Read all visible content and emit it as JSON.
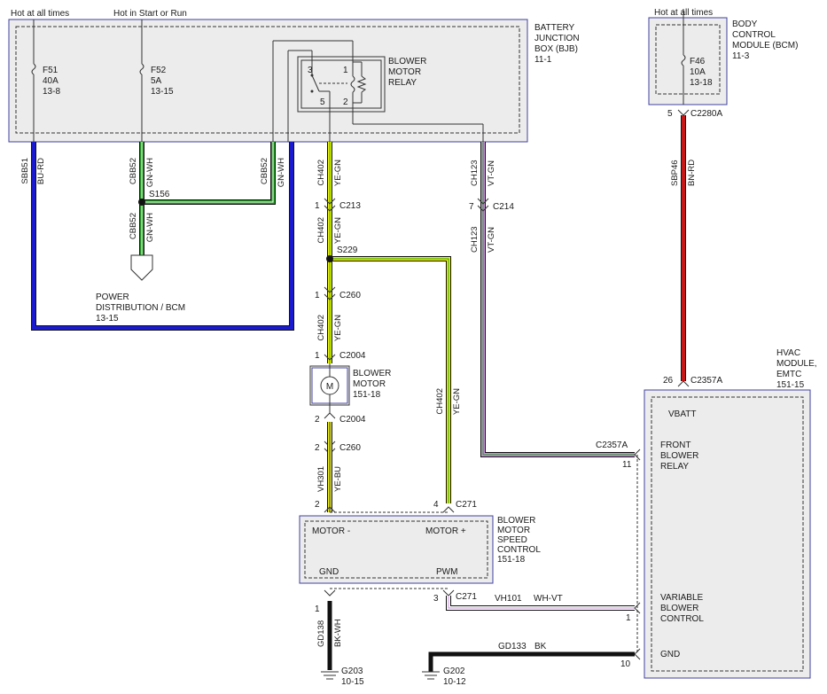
{
  "title_labels": {
    "hot_all_times_left": "Hot at all times",
    "hot_start_run": "Hot in Start or Run",
    "hot_all_times_right": "Hot at all times"
  },
  "bjb": {
    "name_line1": "BATTERY",
    "name_line2": "JUNCTION",
    "name_line3": "BOX (BJB)",
    "ref": "11-1",
    "fuse_f51": {
      "name": "F51",
      "rating": "40A",
      "ref": "13-8"
    },
    "fuse_f52": {
      "name": "F52",
      "rating": "5A",
      "ref": "13-15"
    },
    "relay": {
      "line1": "BLOWER",
      "line2": "MOTOR",
      "line3": "RELAY",
      "pin3": "3",
      "pin1": "1",
      "pin5": "5",
      "pin2": "2"
    }
  },
  "bcm": {
    "name_line1": "BODY",
    "name_line2": "CONTROL",
    "name_line3": "MODULE (BCM)",
    "ref": "11-3",
    "fuse_f46": {
      "name": "F46",
      "rating": "10A",
      "ref": "13-18"
    }
  },
  "wires": {
    "sbb51": {
      "circuit": "SBB51",
      "color": "BU-RD"
    },
    "cbb52_a": {
      "circuit": "CBB52",
      "color": "GN-WH"
    },
    "cbb52_b": {
      "circuit": "CBB52",
      "color": "GN-WH"
    },
    "cbb52_c": {
      "circuit": "CBB52",
      "color": "GN-WH"
    },
    "ch402_a": {
      "circuit": "CH402",
      "color": "YE-GN"
    },
    "ch402_b": {
      "circuit": "CH402",
      "color": "YE-GN"
    },
    "ch402_c": {
      "circuit": "CH402",
      "color": "YE-GN"
    },
    "ch402_d": {
      "circuit": "CH402",
      "color": "YE-GN"
    },
    "ch123_a": {
      "circuit": "CH123",
      "color": "VT-GN"
    },
    "ch123_b": {
      "circuit": "CH123",
      "color": "VT-GN"
    },
    "sbp46": {
      "circuit": "SBP46",
      "color": "BN-RD"
    },
    "vh301": {
      "circuit": "VH301",
      "color": "YE-BU"
    },
    "gd138": {
      "circuit": "GD138",
      "color": "BK-WH"
    },
    "vh101": {
      "circuit": "VH101",
      "color": "WH-VT"
    },
    "gd133": {
      "circuit": "GD133",
      "color": "BK"
    }
  },
  "splices": {
    "s156": "S156",
    "s229": "S229"
  },
  "connectors": {
    "c213": {
      "pin": "1",
      "name": "C213"
    },
    "c214": {
      "pin": "7",
      "name": "C214"
    },
    "c2280a": {
      "pin": "5",
      "name": "C2280A"
    },
    "c260_top": {
      "pin": "1",
      "name": "C260"
    },
    "c2004_top": {
      "pin": "1",
      "name": "C2004"
    },
    "c2004_bot": {
      "pin": "2",
      "name": "C2004"
    },
    "c260_bot": {
      "pin": "2",
      "name": "C260"
    },
    "c2357a_26": {
      "pin": "26",
      "name": "C2357A"
    },
    "c2357a_11": {
      "pin": "11",
      "name": "C2357A"
    },
    "c271_4": {
      "pin": "4",
      "name": "C271"
    },
    "c271_2": {
      "pin": "2"
    },
    "c271_3": {
      "pin": "3",
      "name": "C271"
    },
    "gmd_1": {
      "pin": "1"
    },
    "vbcrel_1": {
      "pin": "1"
    },
    "gnd_10": {
      "pin": "10"
    }
  },
  "power_dist": {
    "line1": "POWER",
    "line2": "DISTRIBUTION / BCM",
    "ref": "13-15"
  },
  "blower_motor": {
    "symbol": "M",
    "line1": "BLOWER",
    "line2": "MOTOR",
    "ref": "151-18"
  },
  "speed_control": {
    "motor_minus": "MOTOR -",
    "motor_plus": "MOTOR +",
    "gnd": "GND",
    "pwm": "PWM",
    "name_line1": "BLOWER",
    "name_line2": "MOTOR",
    "name_line3": "SPEED",
    "name_line4": "CONTROL",
    "ref": "151-18"
  },
  "hvac": {
    "name_line1": "HVAC",
    "name_line2": "MODULE,",
    "name_line3": "EMTC",
    "ref": "151-15",
    "vbatt": "VBATT",
    "front_line1": "FRONT",
    "front_line2": "BLOWER",
    "front_line3": "RELAY",
    "var_line1": "VARIABLE",
    "var_line2": "BLOWER",
    "var_line3": "CONTROL",
    "gnd": "GND"
  },
  "grounds": {
    "g203": {
      "name": "G203",
      "ref": "10-15"
    },
    "g202": {
      "name": "G202",
      "ref": "10-12"
    }
  },
  "colors": {
    "blue": "#1a1ad0",
    "green": "#1f9a1f",
    "yellow": "#f4f400",
    "violet": "#c890d8",
    "red": "#c81818",
    "black": "#111111",
    "white": "#ffffff",
    "box_fill": "#ececec",
    "box_border": "#4040a0"
  }
}
